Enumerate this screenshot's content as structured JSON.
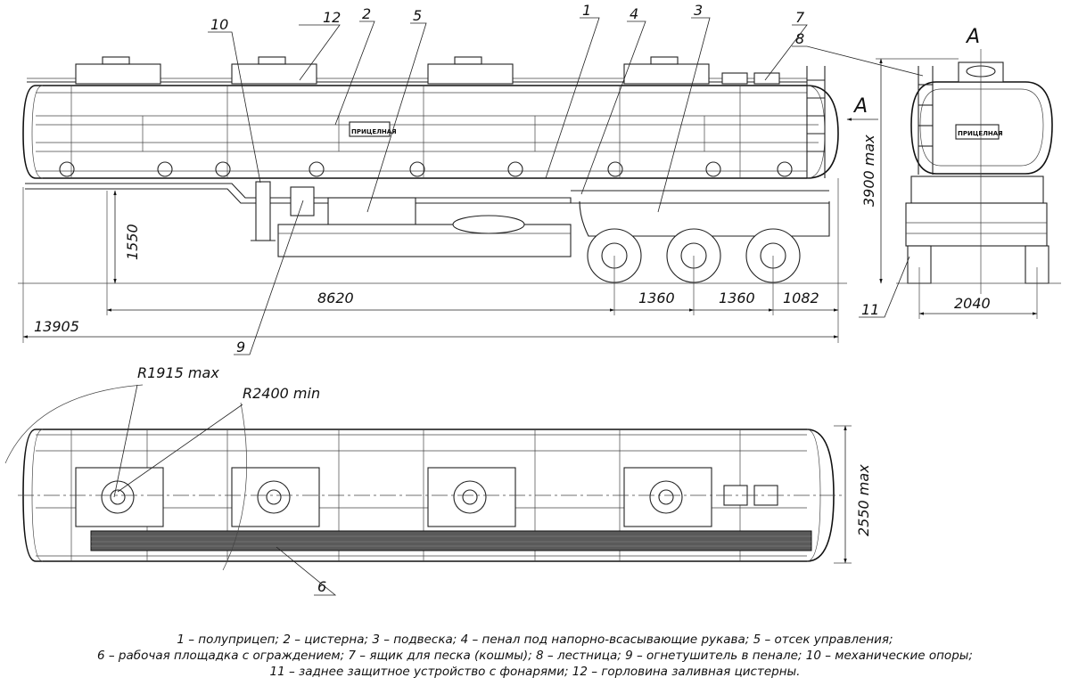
{
  "callouts": [
    "1",
    "2",
    "3",
    "4",
    "5",
    "6",
    "7",
    "8",
    "9",
    "10",
    "11",
    "12"
  ],
  "dimensions": {
    "length_total": "13905",
    "length_kingpin": "8620",
    "axle_spacing_1": "1360",
    "axle_spacing_2": "1360",
    "rear_overhang": "1082",
    "height_coupling": "1550",
    "height_max": "3900 max",
    "width_track": "2040",
    "width_max": "2550 max",
    "radius_front": "R1915 max",
    "radius_turn": "R2400 min"
  },
  "view_label": "A",
  "logo_text": "ПРИЦЕЛНАЯ",
  "legend": {
    "line1": "1 – полуприцеп; 2 – цистерна; 3 – подвеска; 4 – пенал под напорно-всасывающие рукава; 5 – отсек управления;",
    "line2": "6 – рабочая площадка с ограждением; 7 – ящик для песка (кошмы); 8 – лестница; 9 – огнетушитель в пенале; 10 – механические опоры;",
    "line3": "11 – заднее защитное устройство с фонарями; 12 – горловина заливная цистерны."
  }
}
